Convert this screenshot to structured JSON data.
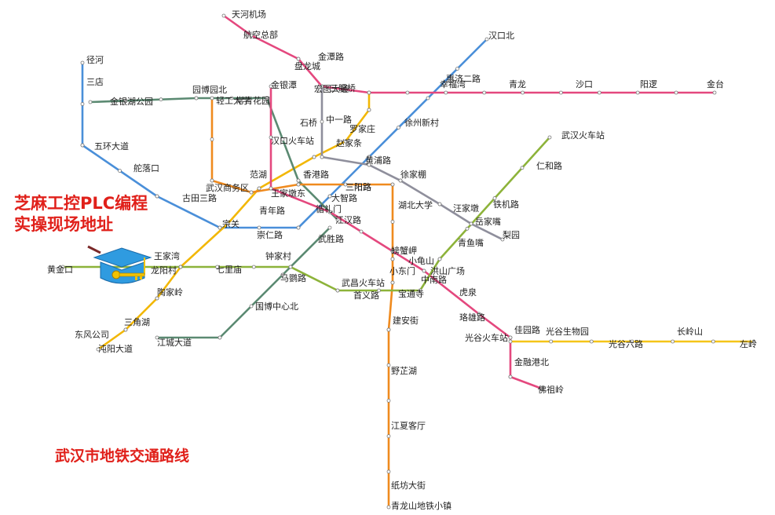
{
  "texts": {
    "banner_line1": "芝麻工控PLC编程",
    "banner_line2": "实操现场地址",
    "map_title": "武汉市地铁交通路线"
  },
  "icons": [
    "graduation-cap-icon",
    "key-icon"
  ],
  "colors": {
    "line1": "#4a8fd9",
    "line2": "#f2b705",
    "line3": "#c9a227",
    "line4": "#8db33a",
    "line6": "#e4487e",
    "line7": "#ef8a1e",
    "line8": "#8f8f9c",
    "line11": "#f5c518",
    "line_dark": "#5b8a72",
    "accent_red": "#e0201a"
  },
  "stations": [
    "天河机场",
    "航空总部",
    "金潭路",
    "盘龙城",
    "宏图大道",
    "三阳路",
    "惠济二路",
    "幸福湾",
    "青龙",
    "沙口",
    "阳逻",
    "金台",
    "径河",
    "三店",
    "金银湖公园",
    "五环大道",
    "舵落口",
    "园博园北",
    "轻工大学",
    "常青花园",
    "金银潭",
    "汉口北",
    "徐州新村",
    "石桥",
    "中一路",
    "罗家庄",
    "汉口火车站",
    "赵家条",
    "黄浦路",
    "徐家棚",
    "范湖",
    "三眼桥",
    "武汉火车站",
    "仁和路",
    "香港路",
    "三阳路",
    "武汉商务区",
    "古田三路",
    "王家墩东",
    "大智路",
    "循礼门",
    "青年路",
    "江汉路",
    "湖北大学",
    "汪家墩",
    "铁机路",
    "岳家嘴",
    "梨园",
    "宗关",
    "崇仁路",
    "武胜路",
    "螃蟹岬",
    "青鱼嘴",
    "王家湾",
    "钟家村",
    "小龟山",
    "洪山广场",
    "黄金口",
    "龙阳村",
    "七里庙",
    "小东门",
    "中南路",
    "马鹦路",
    "武昌火车站",
    "首义路",
    "宝通寺",
    "虎泉",
    "陶家岭",
    "国博中心北",
    "建安街",
    "珞雄路",
    "佳园路",
    "光谷生物园",
    "长岭山",
    "光谷火车站",
    "光谷六路",
    "左岭",
    "东风公司",
    "三角湖",
    "江城大道",
    "沌阳大道",
    "金融港北",
    "佛祖岭",
    "野芷湖",
    "江夏客厅",
    "纸坊大街",
    "青龙山地铁小镇"
  ]
}
